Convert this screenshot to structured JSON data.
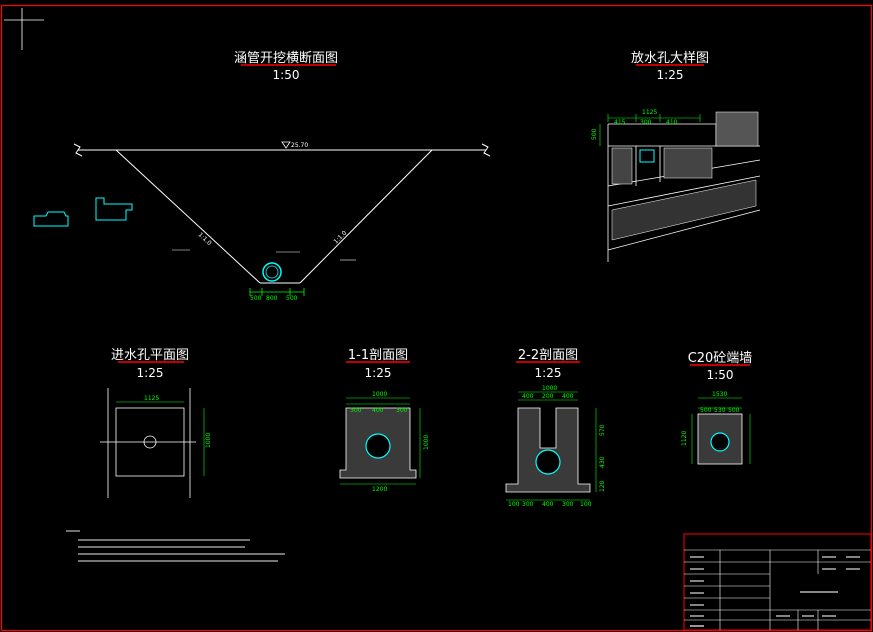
{
  "colors": {
    "background": "#000000",
    "border": "#ff0000",
    "linework": "#ffffff",
    "section": "#00ffff",
    "dimension": "#00ff00",
    "underline": "#ff0000"
  },
  "drawings": {
    "trench": {
      "title": "涵管开挖横断面图",
      "scale": "1:50",
      "elevation": "25.70",
      "slope_left": "1:1.0",
      "slope_right": "1:1.0",
      "dims": [
        "500",
        "800",
        "500"
      ]
    },
    "outlet": {
      "title": "放水孔大样图",
      "scale": "1:25",
      "dims": [
        "1125",
        "415",
        "300",
        "410"
      ],
      "height": "500"
    },
    "inlet_plan": {
      "title": "进水孔平面图",
      "scale": "1:25",
      "width": "1125",
      "height": "1000"
    },
    "section_1": {
      "title": "1-1剖面图",
      "scale": "1:25",
      "top": "1000",
      "parts": [
        "300",
        "400",
        "300"
      ],
      "bottom": "1200",
      "height": "1000"
    },
    "section_2": {
      "title": "2-2剖面图",
      "scale": "1:25",
      "top": "1000",
      "parts": [
        "400",
        "200",
        "400"
      ],
      "bottom": [
        "100",
        "300",
        "400",
        "300",
        "100"
      ],
      "heights": [
        "570",
        "430",
        "120"
      ]
    },
    "wall": {
      "title": "C20砼端墙",
      "scale": "1:50",
      "top": "1530",
      "parts": [
        "500",
        "530",
        "500"
      ],
      "height": "1120"
    }
  }
}
